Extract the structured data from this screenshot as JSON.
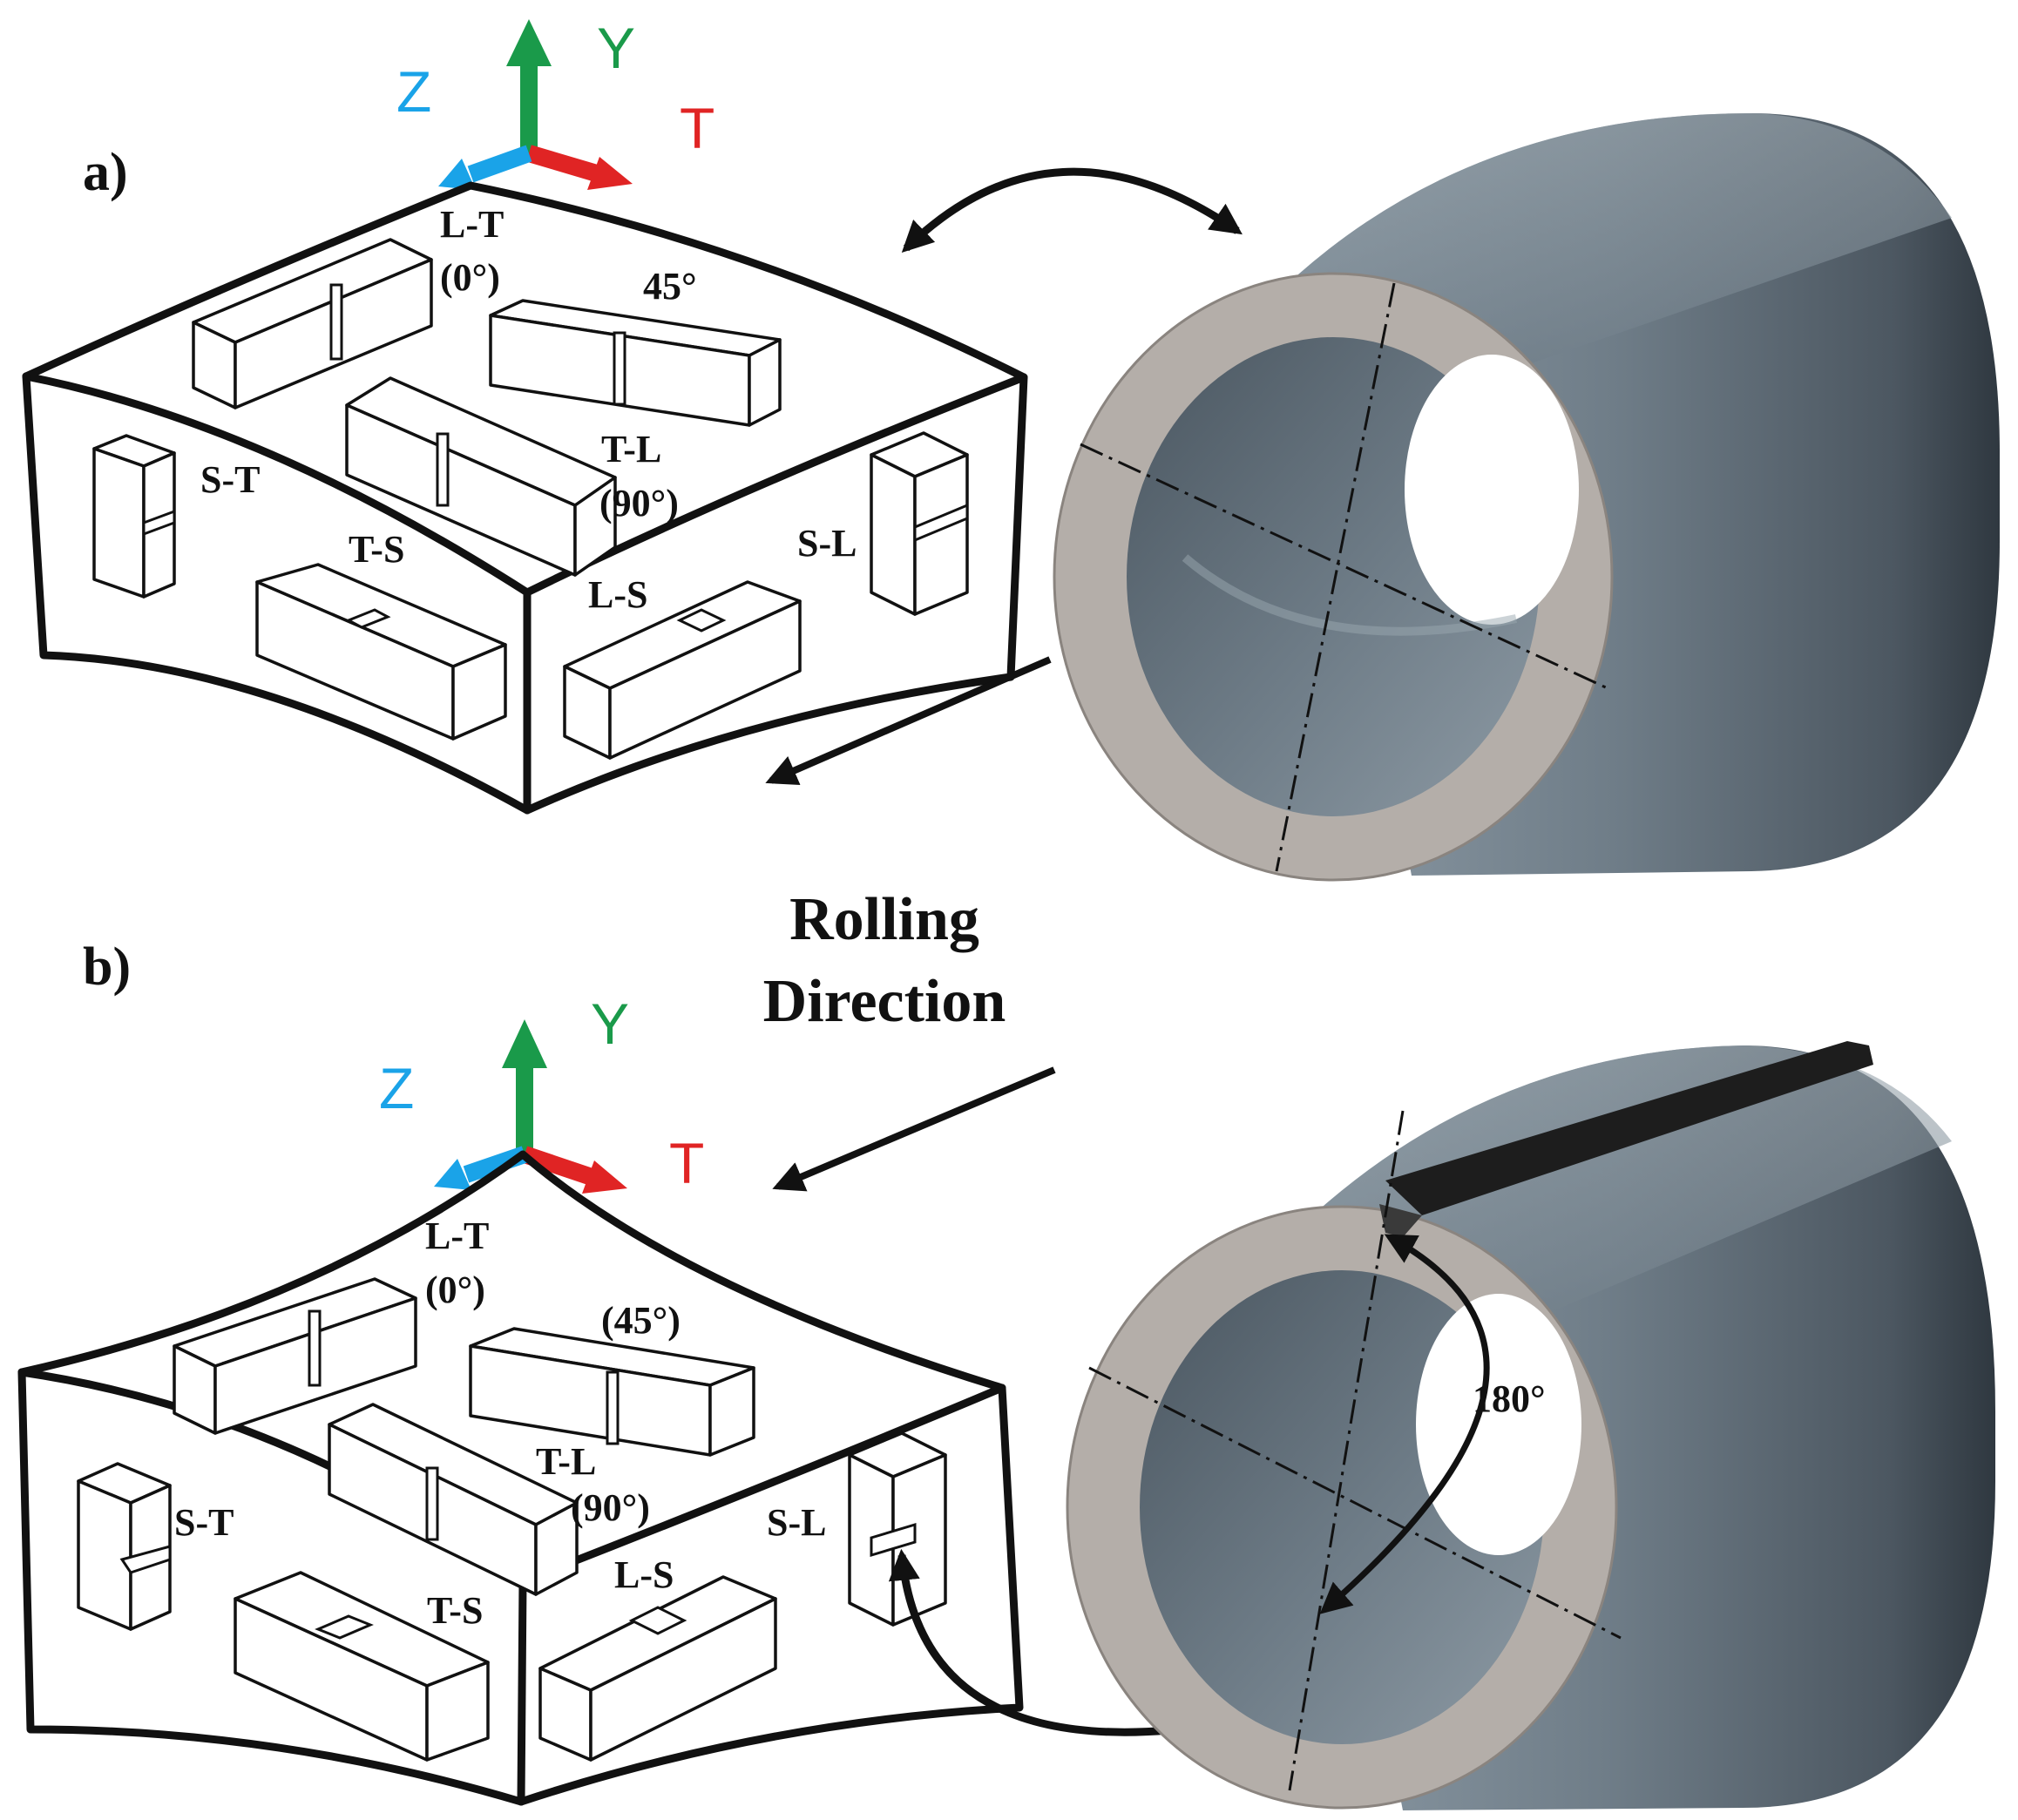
{
  "panels": [
    {
      "id": "a",
      "label": "a)",
      "axes": {
        "z": "Z",
        "y": "Y",
        "t": "T"
      },
      "specimens": {
        "lt": "L-T",
        "lt_angle": "(0°)",
        "d45": "45°",
        "tl": "T-L",
        "tl_angle": "(90°)",
        "st": "S-T",
        "ts": "T-S",
        "ls": "L-S",
        "sl": "S-L"
      }
    },
    {
      "id": "b",
      "label": "b)",
      "axes": {
        "z": "Z",
        "y": "Y",
        "t": "T"
      },
      "specimens": {
        "lt": "L-T",
        "lt_angle": "(0°)",
        "d45": "(45°)",
        "tl": "T-L",
        "tl_angle": "(90°)",
        "st": "S-T",
        "ts": "T-S",
        "ls": "L-S",
        "sl": "S-L"
      },
      "pipe_angle": "180°"
    }
  ],
  "rolling_direction": {
    "line1": "Rolling",
    "line2": "Direction"
  },
  "colors": {
    "axis_z": "#1aa3e8",
    "axis_y": "#1a9a4a",
    "axis_t": "#e02424",
    "pipe_body": "#6f7d88",
    "pipe_dark": "#39444d",
    "pipe_face": "#b4aea9",
    "seam": "#1d1d1d"
  }
}
